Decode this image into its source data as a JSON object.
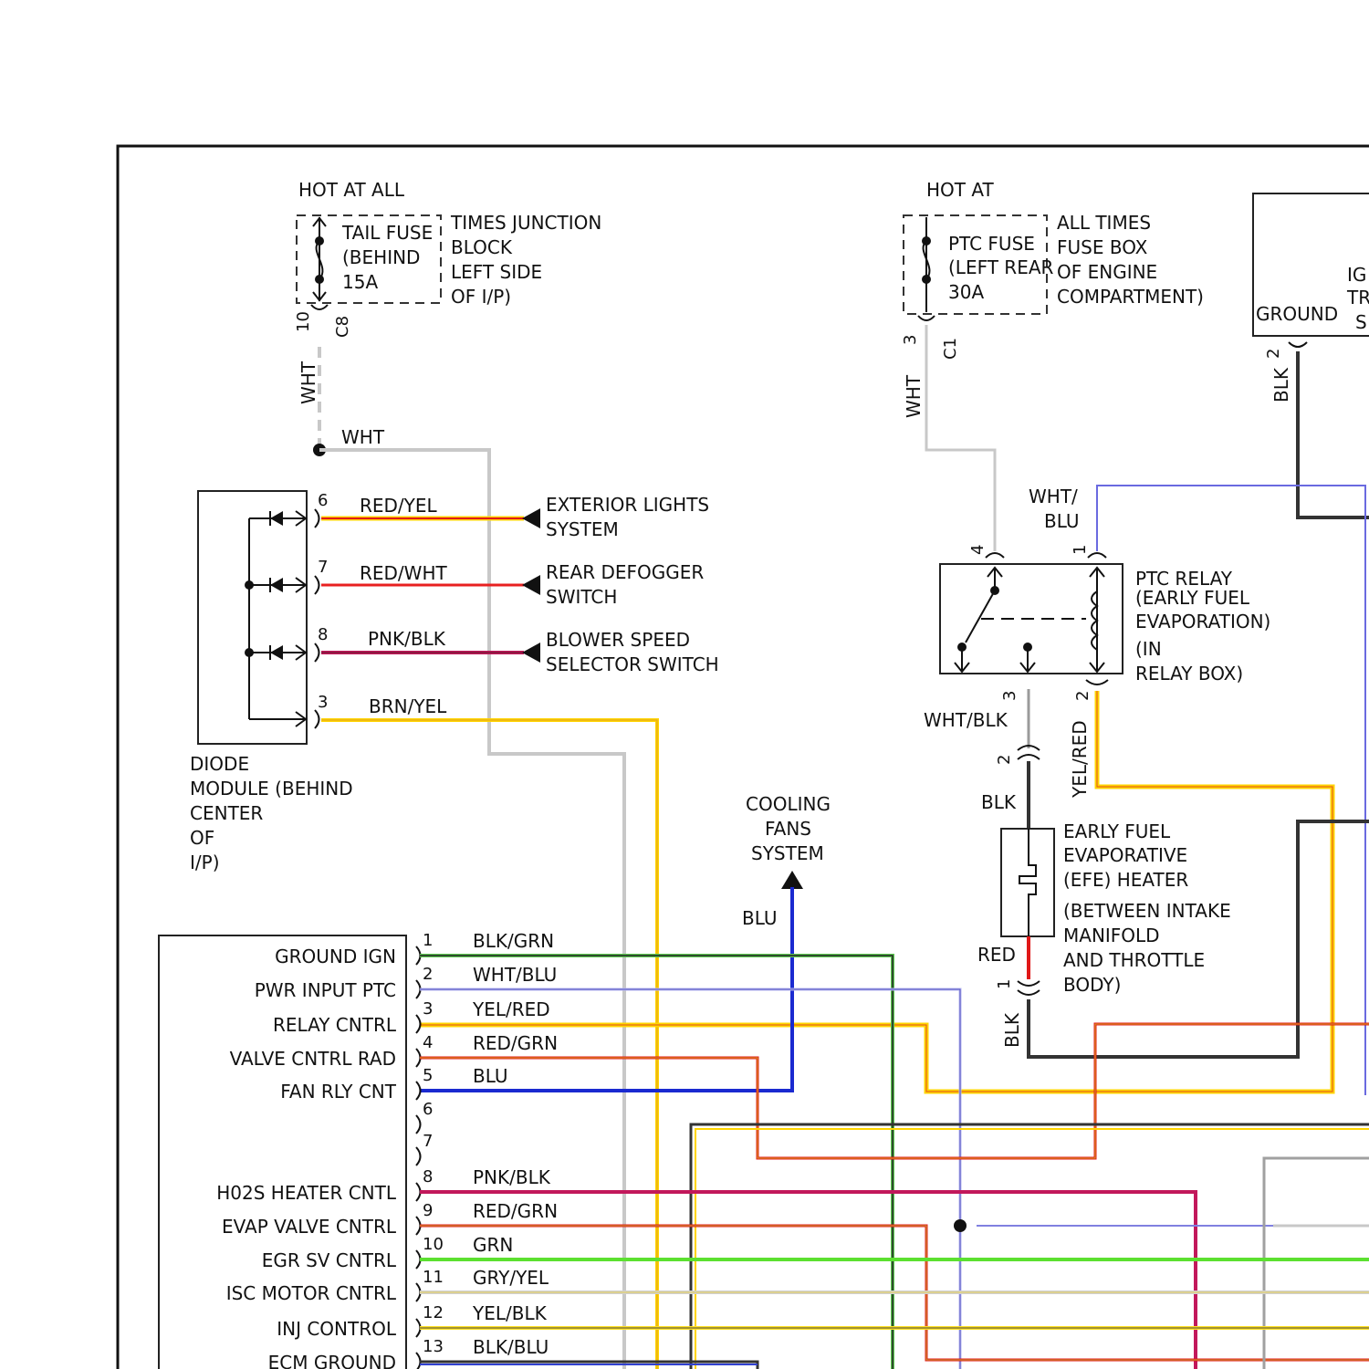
{
  "fuse_left": {
    "hot_label": "HOT AT ALL",
    "name": "TAIL FUSE",
    "location": "(BEHIND",
    "rating": "15A",
    "desc": [
      "TIMES JUNCTION",
      "BLOCK",
      "LEFT SIDE",
      "OF I/P)"
    ],
    "pin": "10",
    "connector": "C8"
  },
  "fuse_right": {
    "hot_label": "HOT AT",
    "name": "PTC FUSE",
    "location": "(LEFT REAR",
    "rating": "30A",
    "desc": [
      "ALL TIMES",
      "FUSE BOX",
      "OF ENGINE",
      "COMPARTMENT)"
    ],
    "pin": "3",
    "connector": "C1"
  },
  "ign_module": {
    "lines": [
      "IG",
      "TR",
      "S"
    ],
    "ground": "GROUND",
    "pin": "2",
    "wire": "BLK"
  },
  "wires": {
    "wht_vertical_left": "WHT",
    "wht_splice": "WHT",
    "wht_vertical_right": "WHT",
    "wht_blu": [
      "WHT/",
      "BLU"
    ],
    "wht_blk": "WHT/BLK",
    "yel_red_vertical": "YEL/RED",
    "blk_upper": "BLK",
    "red": "RED",
    "blk_lower": "BLK",
    "blu": "BLU"
  },
  "diode_module": {
    "label": [
      "DIODE",
      "MODULE (BEHIND",
      "CENTER",
      "OF",
      "I/P)"
    ],
    "pins": [
      {
        "pin": "6",
        "wire": "RED/YEL",
        "dest": [
          "EXTERIOR LIGHTS",
          "SYSTEM"
        ]
      },
      {
        "pin": "7",
        "wire": "RED/WHT",
        "dest": [
          "REAR DEFOGGER",
          "SWITCH"
        ]
      },
      {
        "pin": "8",
        "wire": "PNK/BLK",
        "dest": [
          "BLOWER SPEED",
          "SELECTOR SWITCH"
        ]
      },
      {
        "pin": "3",
        "wire": "BRN/YEL"
      }
    ]
  },
  "cooling": [
    "COOLING",
    "FANS",
    "SYSTEM"
  ],
  "ptc_relay": {
    "label": [
      "PTC RELAY",
      "(EARLY FUEL",
      "EVAPORATION)",
      "(IN",
      "RELAY BOX)"
    ],
    "pins": [
      "4",
      "1",
      "3",
      "2"
    ]
  },
  "efe_heater": {
    "label": [
      "EARLY FUEL",
      "EVAPORATIVE",
      "(EFE) HEATER",
      "(BETWEEN INTAKE",
      "MANIFOLD",
      "AND THROTTLE",
      "BODY)"
    ],
    "pin_top": "2",
    "pin_bottom": "1"
  },
  "ecm": {
    "rows": [
      {
        "pin": "1",
        "label": "GROUND IGN",
        "wire": "BLK/GRN"
      },
      {
        "pin": "2",
        "label": "PWR INPUT PTC",
        "wire": "WHT/BLU"
      },
      {
        "pin": "3",
        "label": "RELAY CNTRL",
        "wire": "YEL/RED"
      },
      {
        "pin": "4",
        "label": "VALVE CNTRL RAD",
        "wire": "RED/GRN"
      },
      {
        "pin": "5",
        "label": "FAN RLY CNT",
        "wire": "BLU"
      },
      {
        "pin": "6",
        "label": "",
        "wire": ""
      },
      {
        "pin": "7",
        "label": "",
        "wire": ""
      },
      {
        "pin": "8",
        "label": "H02S HEATER CNTL",
        "wire": "PNK/BLK"
      },
      {
        "pin": "9",
        "label": "EVAP VALVE CNTRL",
        "wire": "RED/GRN"
      },
      {
        "pin": "10",
        "label": "EGR SV CNTRL",
        "wire": "GRN"
      },
      {
        "pin": "11",
        "label": "ISC MOTOR CNTRL",
        "wire": "GRY/YEL"
      },
      {
        "pin": "12",
        "label": "INJ CONTROL",
        "wire": "YEL/BLK"
      },
      {
        "pin": "13",
        "label": "ECM GROUND",
        "wire": "BLK/BLU"
      }
    ]
  }
}
